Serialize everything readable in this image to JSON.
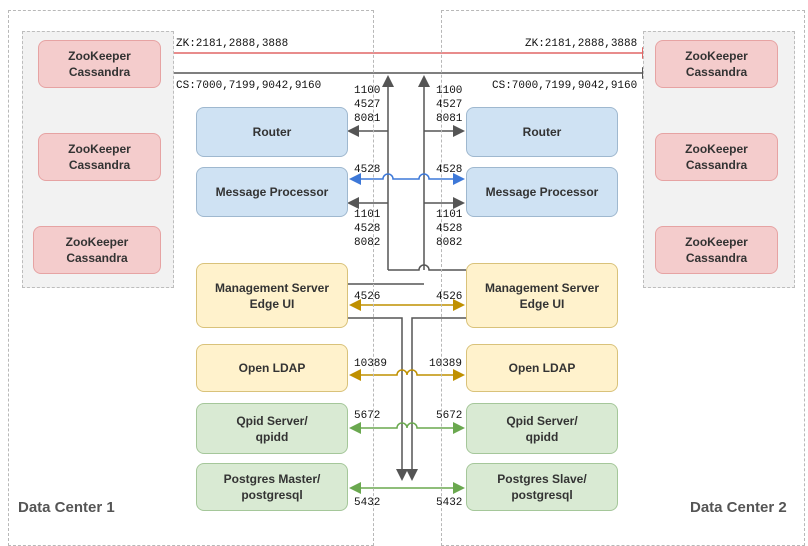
{
  "data_centers": {
    "dc1_label": "Data Center 1",
    "dc2_label": "Data Center 2"
  },
  "zk_cassandra": {
    "node_label": "ZooKeeper\nCassandra",
    "zk_ports": "ZK:2181,2888,3888",
    "cs_ports": "CS:7000,7199,9042,9160"
  },
  "dc1": {
    "router": "Router",
    "message_processor": "Message Processor",
    "management_server": "Management Server\nEdge UI",
    "open_ldap": "Open LDAP",
    "qpid": "Qpid Server/\nqpidd",
    "postgres": "Postgres Master/\npostgresql"
  },
  "dc2": {
    "router": "Router",
    "message_processor": "Message Processor",
    "management_server": "Management Server\nEdge UI",
    "open_ldap": "Open LDAP",
    "qpid": "Qpid Server/\nqpidd",
    "postgres": "Postgres Slave/\npostgresql"
  },
  "ports": {
    "router_ports": "1100\n4527\n8081",
    "mp_mgmt_port": "4528",
    "mp_ports": "1101\n4528\n8082",
    "mgmt_port": "4526",
    "ldap_port": "10389",
    "qpid_port": "5672",
    "postgres_port": "5432"
  },
  "colors": {
    "red_link": "#e06666",
    "blue_link": "#3d78d8",
    "gold_link": "#bf9000",
    "green_link": "#6aa84f",
    "gray_link": "#555555"
  }
}
